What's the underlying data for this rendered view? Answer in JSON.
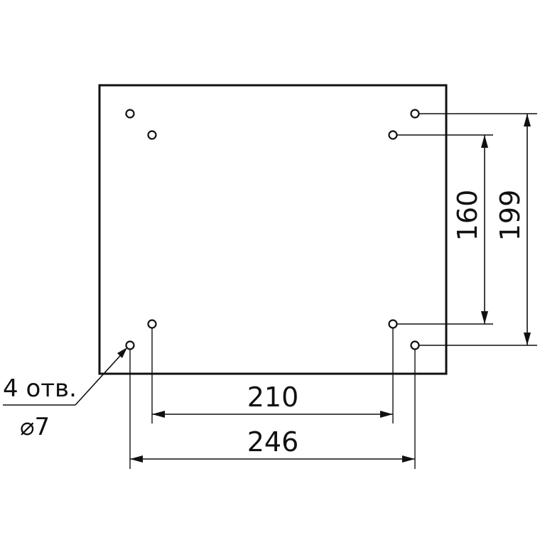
{
  "drawing": {
    "dimensions": {
      "inner_horizontal": "210",
      "outer_horizontal": "246",
      "inner_vertical": "160",
      "outer_vertical": "199"
    },
    "note": {
      "holes_line": "4 отв.",
      "diameter_line": "⌀7"
    },
    "colors": {
      "line": "#111111",
      "background": "#ffffff"
    }
  }
}
